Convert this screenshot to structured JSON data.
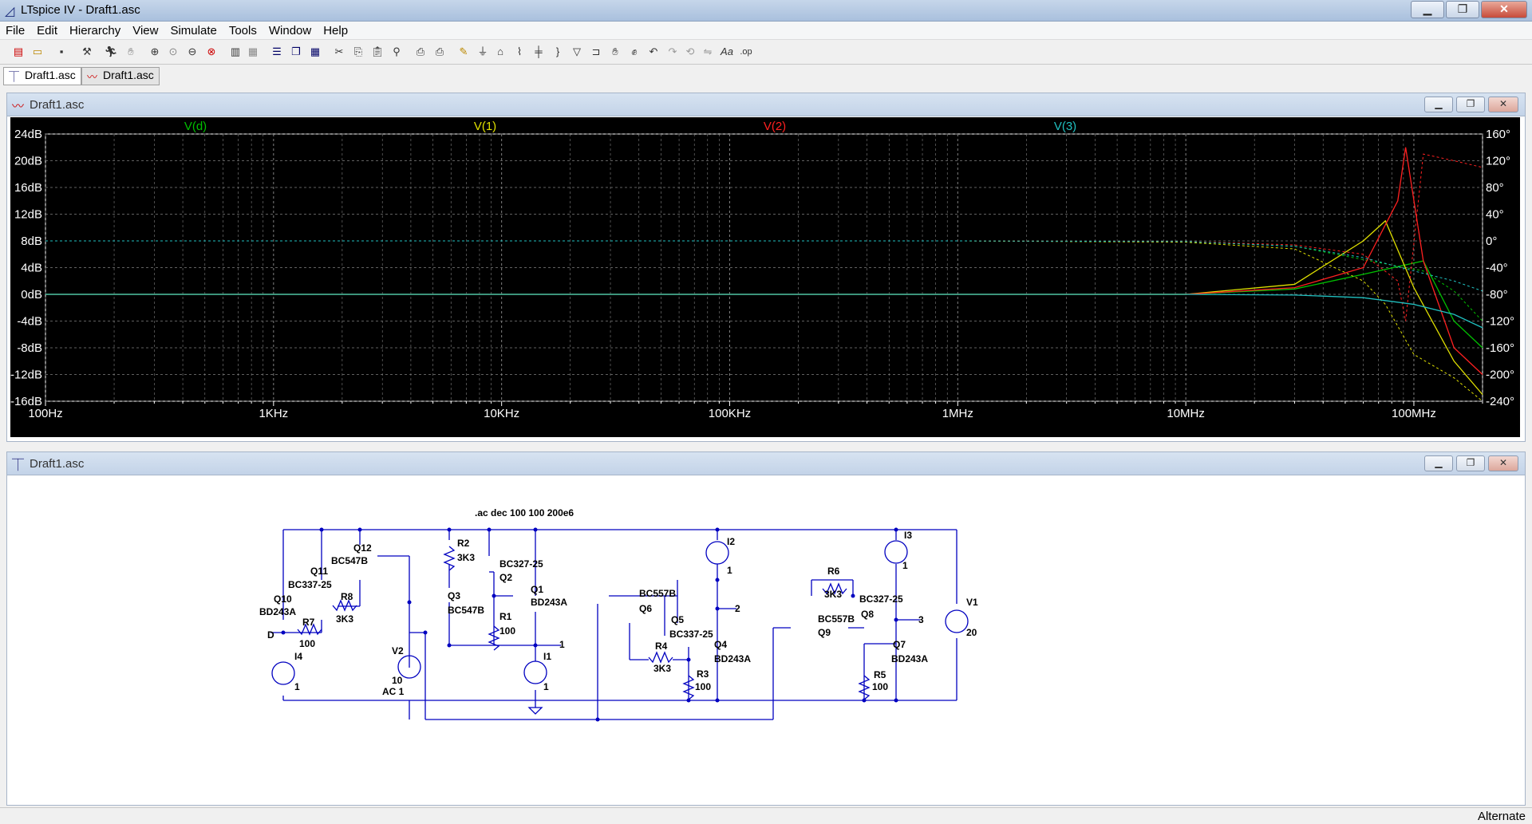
{
  "window": {
    "title": "LTspice IV - Draft1.asc"
  },
  "menu": [
    "File",
    "Edit",
    "Hierarchy",
    "View",
    "Simulate",
    "Tools",
    "Window",
    "Help"
  ],
  "tabs": [
    {
      "label": "Draft1.asc"
    },
    {
      "label": "Draft1.asc"
    }
  ],
  "plot_window": {
    "title": "Draft1.asc"
  },
  "schematic_window": {
    "title": "Draft1.asc"
  },
  "colors": {
    "plot_bg": "#000000",
    "grid": "#808080",
    "trace_d": "#00c000",
    "trace_1": "#e0e000",
    "trace_2": "#ff2020",
    "trace_3": "#20c0c0",
    "wire": "#0000c0",
    "label": "#000000"
  },
  "chart_data": {
    "type": "line",
    "title": "",
    "x_scale": "log",
    "xlim": [
      100,
      200000000
    ],
    "x_ticks": [
      "100Hz",
      "1KHz",
      "10KHz",
      "100KHz",
      "1MHz",
      "10MHz",
      "100MHz"
    ],
    "ylim": [
      -16,
      24
    ],
    "y_ticks": [
      "24dB",
      "20dB",
      "16dB",
      "12dB",
      "8dB",
      "4dB",
      "0dB",
      "-4dB",
      "-8dB",
      "-12dB",
      "-16dB"
    ],
    "y2lim": [
      -240,
      160
    ],
    "y2_ticks": [
      "160°",
      "120°",
      "80°",
      "40°",
      "0°",
      "-40°",
      "-80°",
      "-120°",
      "-160°",
      "-200°",
      "-240°"
    ],
    "series": [
      {
        "name": "V(d)",
        "color": "#00c000",
        "x": [
          100,
          1000000,
          10000000,
          30000000,
          60000000,
          110000000,
          150000000,
          200000000
        ],
        "mag": [
          0,
          0,
          0,
          0.8,
          3,
          5,
          -4,
          -8
        ],
        "phase": [
          0,
          0,
          -1,
          -8,
          -28,
          -45,
          -75,
          -120
        ]
      },
      {
        "name": "V(1)",
        "color": "#e0e000",
        "x": [
          100,
          1000000,
          10000000,
          30000000,
          60000000,
          75000000,
          100000000,
          150000000,
          200000000
        ],
        "mag": [
          0,
          0,
          0,
          1.5,
          8,
          11,
          1,
          -10,
          -15
        ],
        "phase": [
          0,
          0,
          -2,
          -12,
          -60,
          -95,
          -170,
          -205,
          -240
        ]
      },
      {
        "name": "V(2)",
        "color": "#ff2020",
        "x": [
          100,
          1000000,
          10000000,
          30000000,
          60000000,
          85000000,
          92000000,
          110000000,
          150000000,
          200000000
        ],
        "mag": [
          0,
          0,
          0,
          1,
          4,
          14,
          22,
          5,
          -8,
          -12
        ],
        "phase": [
          0,
          0,
          -1,
          -6,
          -20,
          -60,
          -120,
          130,
          120,
          110
        ]
      },
      {
        "name": "V(3)",
        "color": "#20c0c0",
        "x": [
          100,
          1000000,
          10000000,
          30000000,
          60000000,
          100000000,
          150000000,
          200000000
        ],
        "mag": [
          0,
          0,
          0,
          -0.1,
          -0.5,
          -1.5,
          -3,
          -5
        ],
        "phase": [
          0,
          0,
          -1,
          -8,
          -25,
          -45,
          -60,
          -75
        ]
      }
    ]
  },
  "schematic": {
    "directive": ".ac dec 100 100 200e6",
    "labels": [
      {
        "t": "Q12"
      },
      {
        "t": "BC547B"
      },
      {
        "t": "Q11"
      },
      {
        "t": "BC337-25"
      },
      {
        "t": "R8"
      },
      {
        "t": "3K3"
      },
      {
        "t": "Q10"
      },
      {
        "t": "BD243A"
      },
      {
        "t": "R7"
      },
      {
        "t": "100"
      },
      {
        "t": "D"
      },
      {
        "t": "I4"
      },
      {
        "t": "1"
      },
      {
        "t": "R2"
      },
      {
        "t": "3K3"
      },
      {
        "t": "BC327-25"
      },
      {
        "t": "Q2"
      },
      {
        "t": "Q1"
      },
      {
        "t": "BD243A"
      },
      {
        "t": "Q3"
      },
      {
        "t": "BC547B"
      },
      {
        "t": "R1"
      },
      {
        "t": "100"
      },
      {
        "t": "1"
      },
      {
        "t": "I1"
      },
      {
        "t": "1"
      },
      {
        "t": "V2"
      },
      {
        "t": "10"
      },
      {
        "t": "AC 1"
      },
      {
        "t": "I2"
      },
      {
        "t": "1"
      },
      {
        "t": "2"
      },
      {
        "t": "BC557B"
      },
      {
        "t": "Q6"
      },
      {
        "t": "Q5"
      },
      {
        "t": "BC337-25"
      },
      {
        "t": "R4"
      },
      {
        "t": "3K3"
      },
      {
        "t": "Q4"
      },
      {
        "t": "BD243A"
      },
      {
        "t": "R3"
      },
      {
        "t": "100"
      },
      {
        "t": "R6"
      },
      {
        "t": "3K3"
      },
      {
        "t": "BC327-25"
      },
      {
        "t": "BC557B"
      },
      {
        "t": "Q8"
      },
      {
        "t": "Q9"
      },
      {
        "t": "I3"
      },
      {
        "t": "1"
      },
      {
        "t": "3"
      },
      {
        "t": "Q7"
      },
      {
        "t": "BD243A"
      },
      {
        "t": "R5"
      },
      {
        "t": "100"
      },
      {
        "t": "V1"
      },
      {
        "t": "20"
      }
    ]
  },
  "status": {
    "right": "Alternate"
  }
}
